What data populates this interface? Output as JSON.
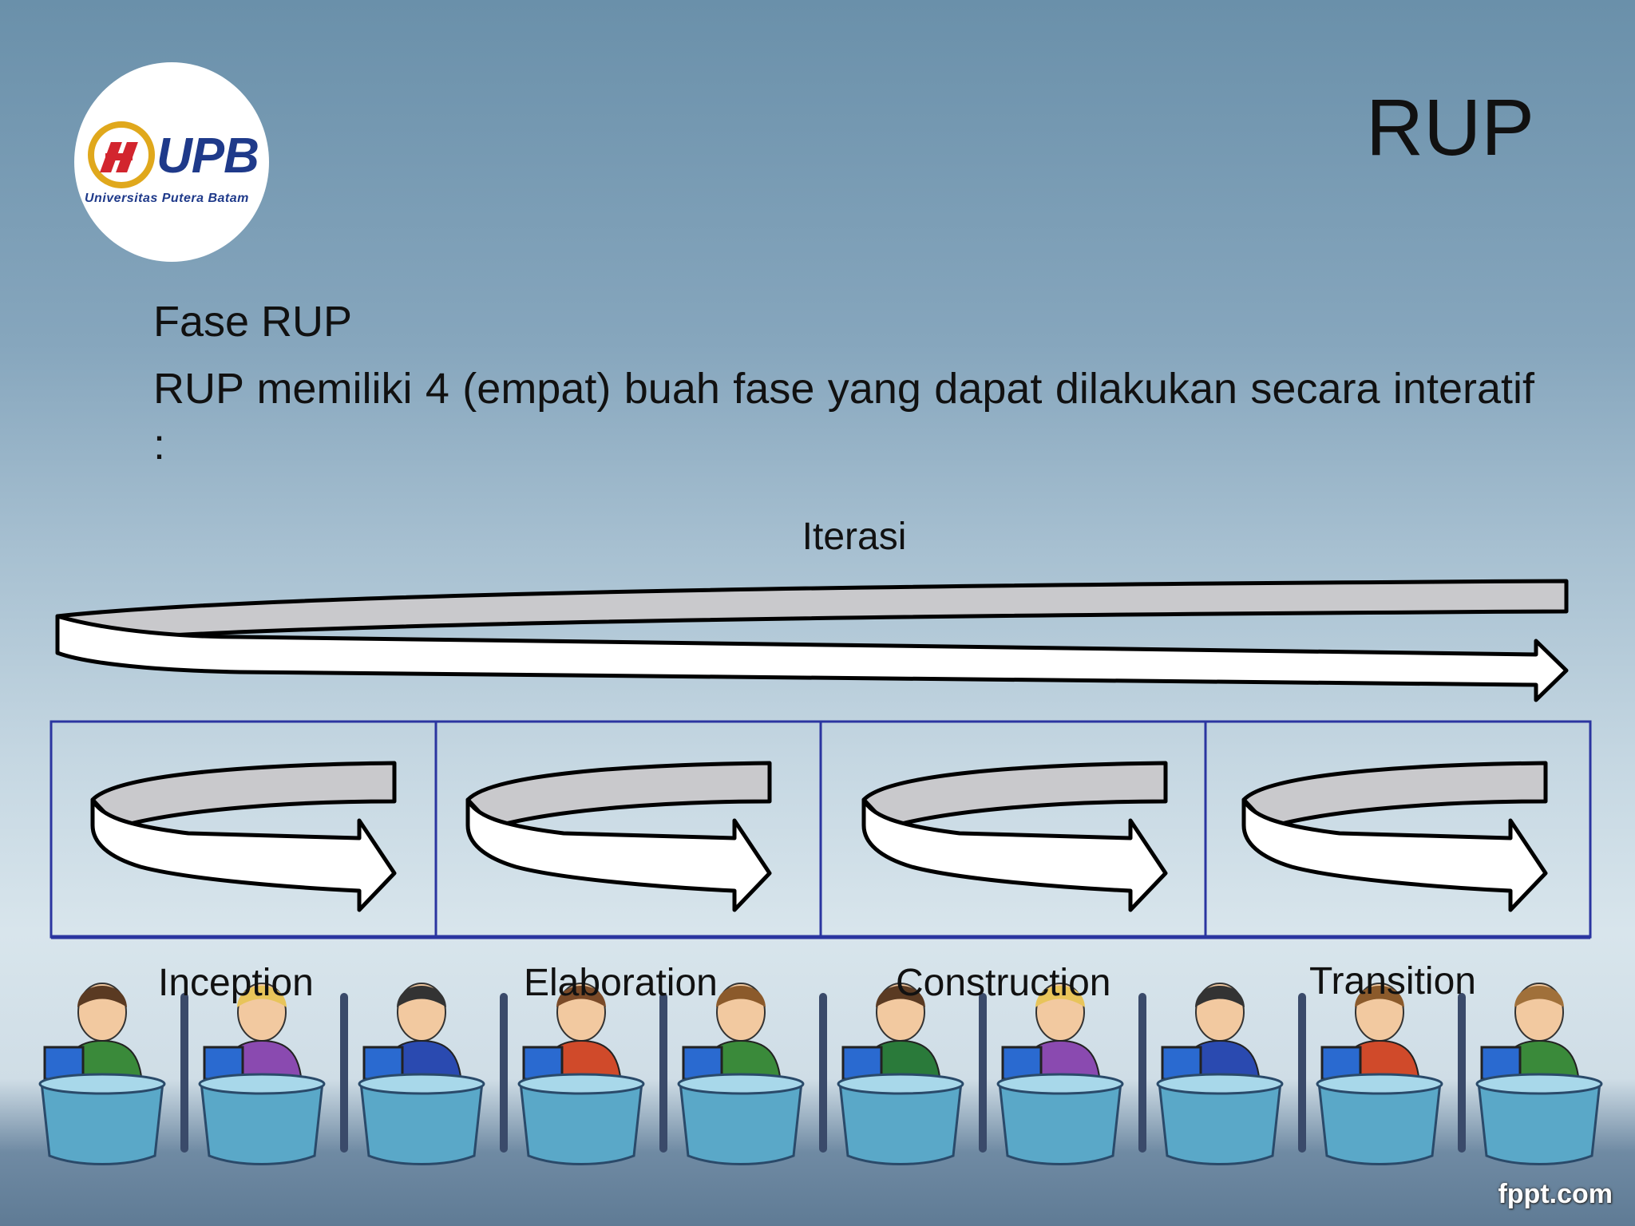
{
  "logo": {
    "brand": "UPB",
    "subtitle": "Universitas Putera Batam"
  },
  "title": "RUP",
  "heading": "Fase RUP",
  "body": "RUP memiliki 4 (empat) buah fase yang dapat dilakukan secara interatif :",
  "diagram": {
    "iteration_label": "Iterasi",
    "phases": [
      "Inception",
      "Elaboration",
      "Construction",
      "Transition"
    ]
  },
  "watermark": "fppt.com",
  "colors": {
    "box_border": "#2b35a0",
    "arrow_fill": "#ffffff",
    "arrow_back_fill": "#c9c9cc",
    "logo_red": "#d2252e",
    "logo_blue": "#1f3a8a",
    "logo_gold": "#e0a81c"
  }
}
